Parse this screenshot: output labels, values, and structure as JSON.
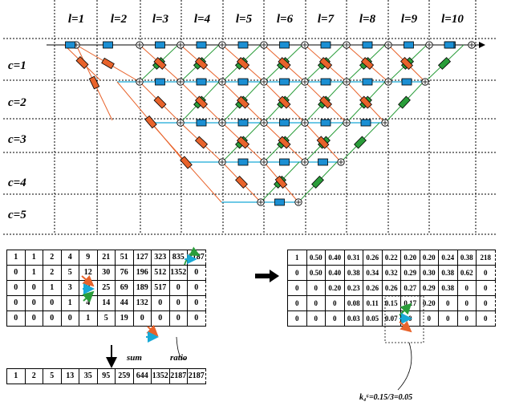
{
  "diagram": {
    "column_labels": [
      "l=1",
      "l=2",
      "l=3",
      "l=4",
      "l=5",
      "l=6",
      "l=7",
      "l=8",
      "l=9",
      "l=10"
    ],
    "row_labels": [
      "c=1",
      "c=2",
      "c=3",
      "c=4",
      "c=5"
    ],
    "colors": {
      "blue": "#1b8fd3",
      "green": "#2a9d3a",
      "orange": "#e8632b",
      "cyan": "#18a9d6"
    },
    "icons": [
      "adder-icon",
      "delay-block-icon"
    ]
  },
  "left_table": {
    "rows": [
      [
        "1",
        "1",
        "2",
        "4",
        "9",
        "21",
        "51",
        "127",
        "323",
        "835",
        "2187"
      ],
      [
        "0",
        "1",
        "2",
        "5",
        "12",
        "30",
        "76",
        "196",
        "512",
        "1352",
        "0"
      ],
      [
        "0",
        "0",
        "1",
        "3",
        "9",
        "25",
        "69",
        "189",
        "517",
        "0",
        "0"
      ],
      [
        "0",
        "0",
        "0",
        "1",
        "4",
        "14",
        "44",
        "132",
        "0",
        "0",
        "0"
      ],
      [
        "0",
        "0",
        "0",
        "0",
        "1",
        "5",
        "19",
        "0",
        "0",
        "0",
        "0"
      ]
    ]
  },
  "sum_table": {
    "row": [
      "1",
      "2",
      "5",
      "13",
      "35",
      "95",
      "259",
      "644",
      "1352",
      "2187",
      "2187"
    ]
  },
  "labels": {
    "sum": "sum",
    "ratio": "ratio",
    "formula": "k₄⁶=0.15/3=0.05"
  },
  "right_table": {
    "rows": [
      [
        "1",
        "0.50",
        "0.40",
        "0.31",
        "0.26",
        "0.22",
        "0.20",
        "0.20",
        "0.24",
        "0.38",
        "218"
      ],
      [
        "0",
        "0.50",
        "0.40",
        "0.38",
        "0.34",
        "0.32",
        "0.29",
        "0.30",
        "0.38",
        "0.62",
        "0"
      ],
      [
        "0",
        "0",
        "0.20",
        "0.23",
        "0.26",
        "0.26",
        "0.27",
        "0.29",
        "0.38",
        "0",
        "0"
      ],
      [
        "0",
        "0",
        "0",
        "0.08",
        "0.11",
        "0.15",
        "0.17",
        "0.20",
        "0",
        "0",
        "0"
      ],
      [
        "0",
        "0",
        "0",
        "0.03",
        "0.05",
        "0.07",
        "0",
        "0",
        "0",
        "0",
        "0"
      ]
    ]
  }
}
